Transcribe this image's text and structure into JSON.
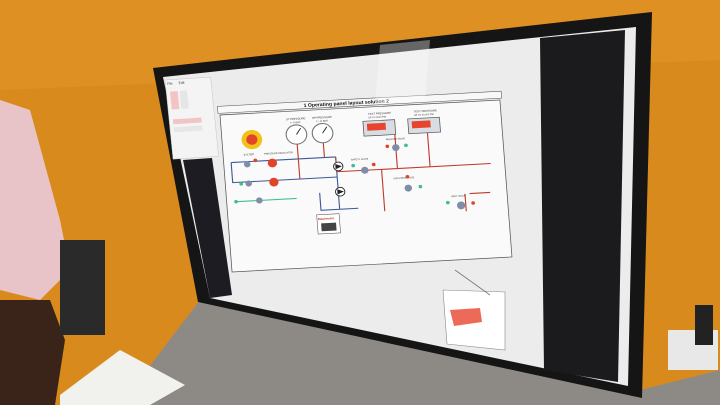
{
  "window": {
    "menu_items": [
      "File",
      "Edit"
    ],
    "panel_title": "1   Operating panel layout solution 2"
  },
  "diagram": {
    "gauges": [
      {
        "label": "LP PRESSURE",
        "sub": "0 - 6 BAR"
      },
      {
        "label": "HP PRESSURE",
        "sub": "0 - 10 BAR"
      }
    ],
    "displays": [
      {
        "label": "TEST PRESSURE",
        "sub": "UP TO 5000 PSI"
      },
      {
        "label": "TEST PRESSURE",
        "sub": "UP TO 30,000 PSI"
      }
    ],
    "valves": [
      "SAFETY VALVE",
      "PRESSURE REGULATOR",
      "RELEASE VALVE",
      "ISOLATING VALVE",
      "VENT VALVE"
    ],
    "emergency_stop": "E-STOP",
    "nameplate": "Maximator",
    "colors": {
      "pipe_red": "#c0392b",
      "pipe_blue": "#3b5a9a",
      "lamp_red": "#e0452a",
      "lamp_green": "#3fbf8f",
      "display_red": "#e8452e"
    }
  }
}
